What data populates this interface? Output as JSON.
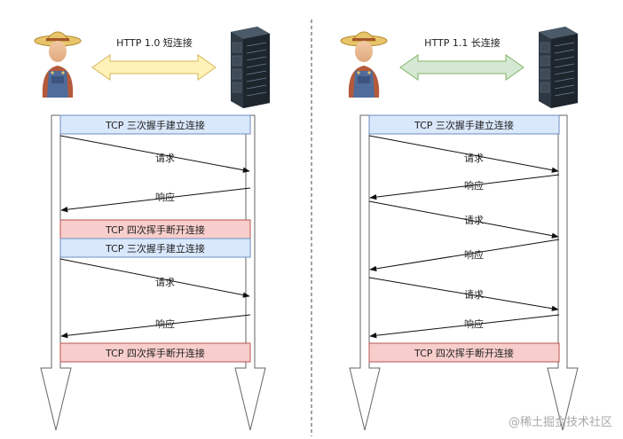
{
  "left": {
    "title": "HTTP 1.0 短连接",
    "arrow_color": "#fff2b8",
    "arrow_stroke": "#d6b656",
    "handshake": "TCP 三次握手建立连接",
    "teardown": "TCP 四次挥手断开连接",
    "request": "请求",
    "response": "响应"
  },
  "right": {
    "title": "HTTP 1.1 长连接",
    "arrow_color": "#d5e8d4",
    "arrow_stroke": "#82b366",
    "handshake": "TCP 三次握手建立连接",
    "teardown": "TCP 四次挥手断开连接",
    "request": "请求",
    "response": "响应"
  },
  "colors": {
    "handshake_fill": "#dae8fc",
    "handshake_stroke": "#6c8ebf",
    "teardown_fill": "#f8cecc",
    "teardown_stroke": "#b85450"
  },
  "watermark": "@稀土掘金技术社区"
}
